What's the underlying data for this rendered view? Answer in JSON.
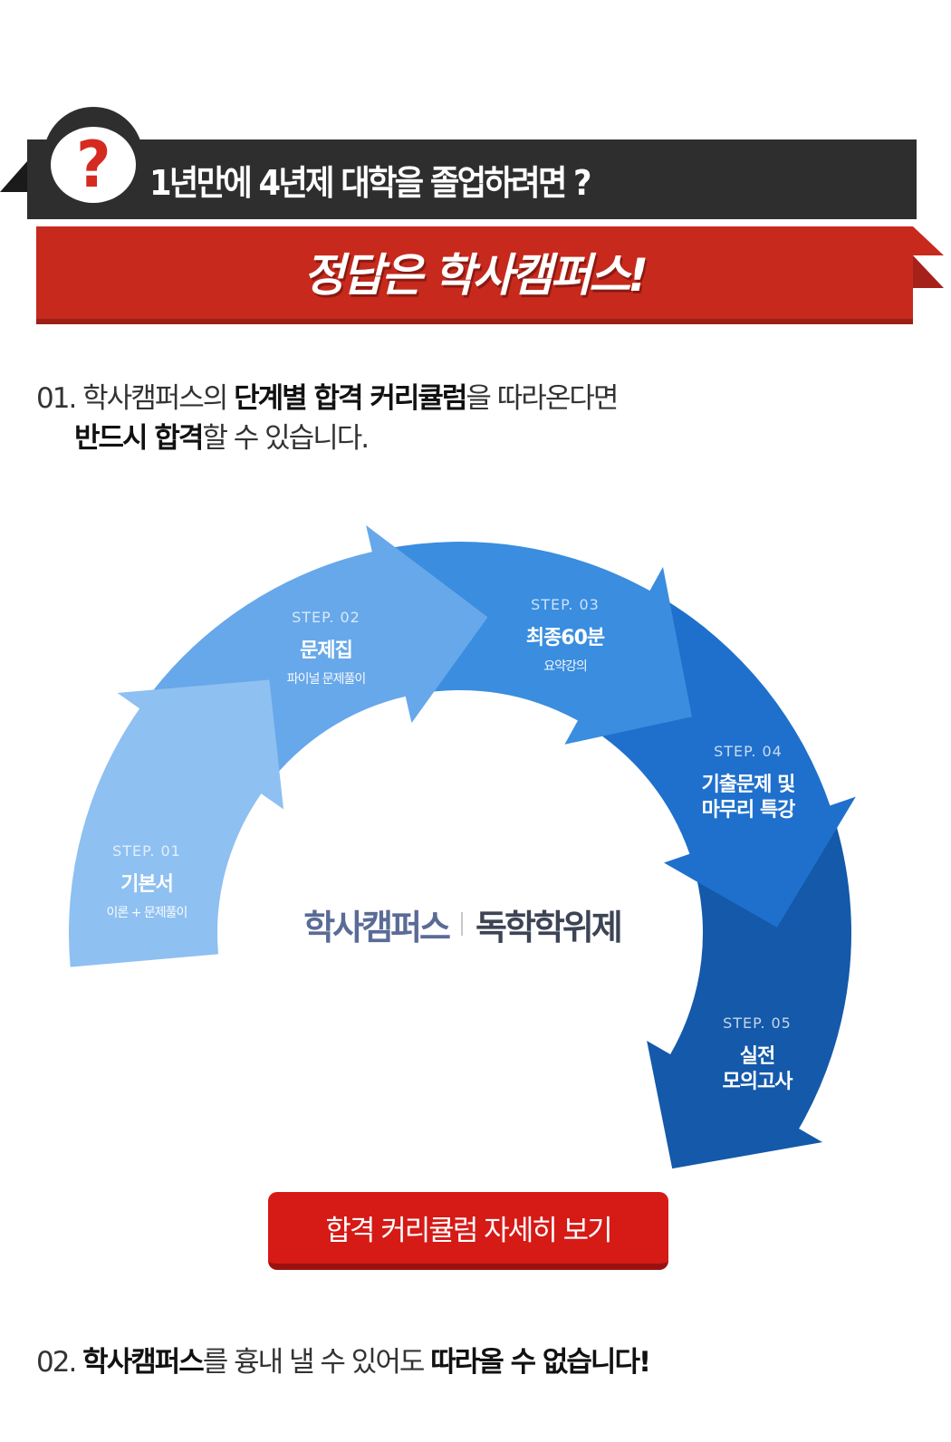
{
  "header": {
    "question_mark": "?",
    "question_title": "1년만에 4년제 대학을 졸업하려면 ?",
    "answer_title": "정답은  학사캠퍼스!"
  },
  "point01": {
    "number": "01.",
    "part1": " 학사캠퍼스의 ",
    "bold1": "단계별 합격 커리큘럼",
    "part2": "을 따라온다면",
    "bold2": "반드시 합격",
    "part3": "할 수 있습니다."
  },
  "steps": [
    {
      "num": "STEP. 01",
      "title": "기본서",
      "sub": "이론 + 문제풀이"
    },
    {
      "num": "STEP. 02",
      "title": "문제집",
      "sub": "파이널 문제풀이"
    },
    {
      "num": "STEP. 03",
      "title": "최종60분",
      "sub": "요약강의"
    },
    {
      "num": "STEP. 04",
      "title": "기출문제 및\n마무리 특강",
      "sub": ""
    },
    {
      "num": "STEP. 05",
      "title": "실전\n모의고사",
      "sub": ""
    }
  ],
  "step_colors": [
    "#8ec0f1",
    "#67a8ea",
    "#3a8ddf",
    "#1f70cc",
    "#1459aa"
  ],
  "center_brand": {
    "left": "학사캠퍼스",
    "right": "독학학위제"
  },
  "cta": {
    "label": "합격 커리큘럼 자세히 보기"
  },
  "point02": {
    "number": "02.",
    "bold1": "학사캠퍼스",
    "part1": "를 흉내 낼 수 있어도 ",
    "bold2": "따라올 수 없습니다!"
  }
}
